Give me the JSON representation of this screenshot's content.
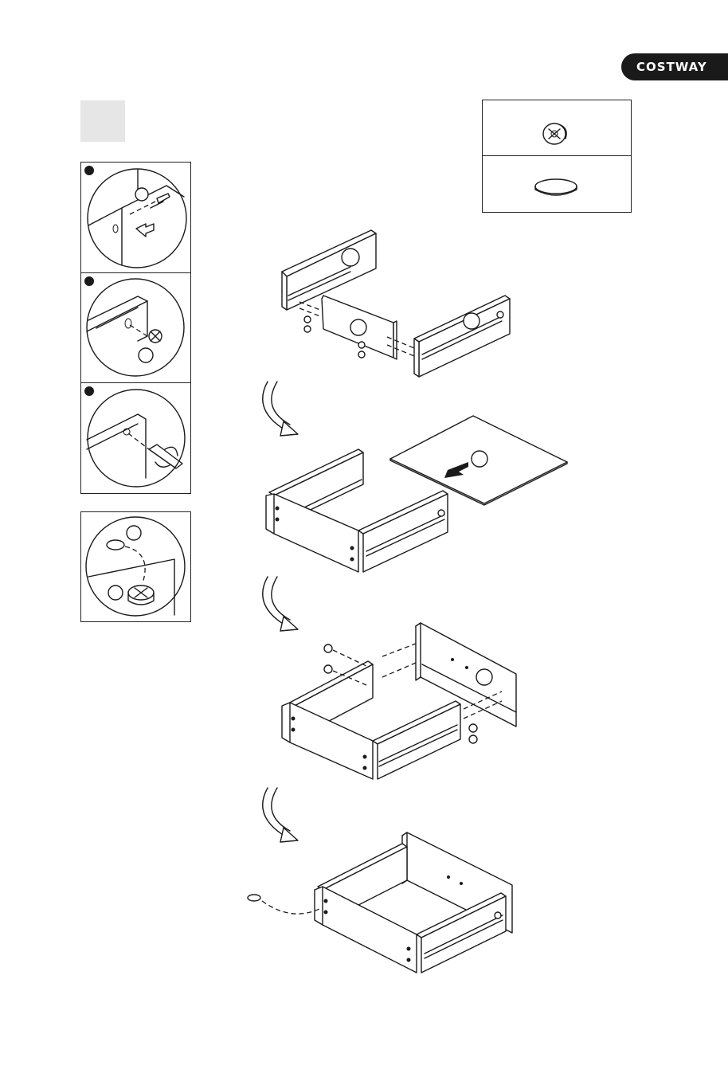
{
  "brand": {
    "logo_text": "COSTWAY",
    "bg": "#1a1a1a",
    "fg": "#ffffff"
  },
  "step_box_color": "#e6e6e6",
  "detail_panels": [
    {
      "name": "detail-insert-cam-bolt",
      "badge": true,
      "icon": "cam-bolt-icon"
    },
    {
      "name": "detail-insert-cam-lock",
      "badge": true,
      "icon": "cam-lock-icon"
    },
    {
      "name": "detail-tighten-screwdriver",
      "badge": true,
      "icon": "screwdriver-icon"
    },
    {
      "name": "detail-cover-cap",
      "badge": false,
      "icon": "cover-cap-icon"
    }
  ],
  "parts_table": [
    {
      "icon": "cam-lock-icon"
    },
    {
      "icon": "cover-cap-icon"
    }
  ]
}
